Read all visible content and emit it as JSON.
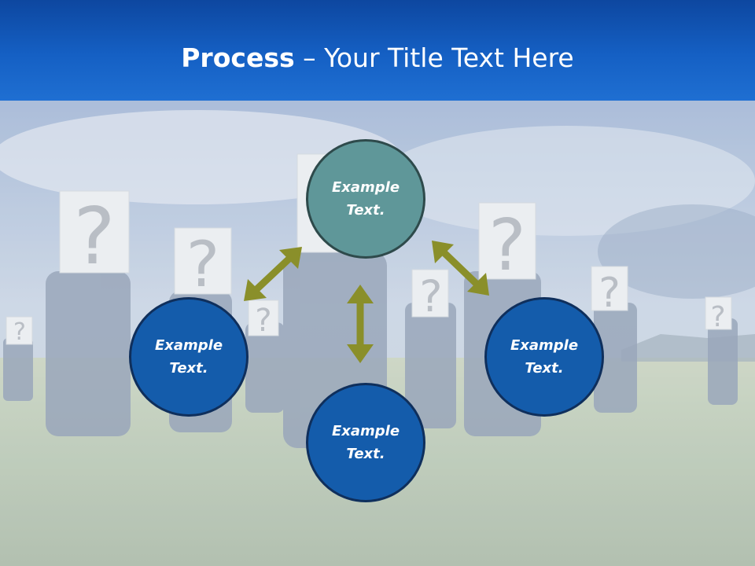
{
  "slide": {
    "title_bold": "Process",
    "title_rest": " – Your Title Text Here"
  },
  "nodes": [
    {
      "line1": "Example",
      "line2": "Text."
    },
    {
      "line1": "Example",
      "line2": "Text."
    },
    {
      "line1": "Example",
      "line2": "Text."
    },
    {
      "line1": "Example",
      "line2": "Text."
    }
  ],
  "colors": {
    "title_bar": "#1560c4",
    "node_top": "#5f9799",
    "node_blue": "#145cab",
    "arrow": "#8a8f2a"
  }
}
